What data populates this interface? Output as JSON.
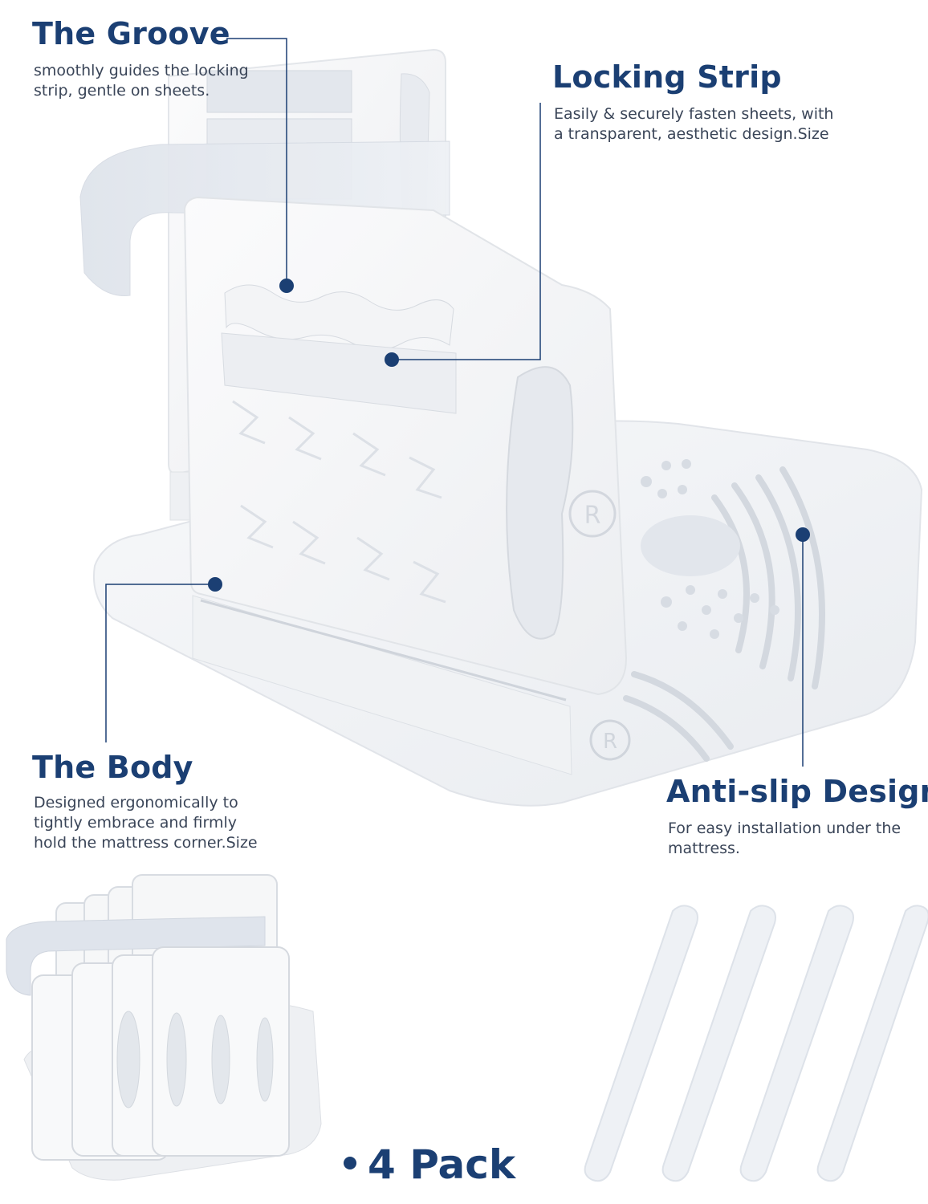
{
  "callouts": {
    "groove": {
      "title": "The Groove",
      "desc_line1": "smoothly guides the locking",
      "desc_line2": "strip, gentle on sheets."
    },
    "locking": {
      "title": "Locking Strip",
      "desc_line1": "Easily & securely fasten sheets, with",
      "desc_line2": "a transparent, aesthetic design.Size"
    },
    "body": {
      "title": "The Body",
      "desc_line1": "Designed ergonomically to",
      "desc_line2": "tightly embrace and firmly",
      "desc_line3": "hold the mattress corner.Size"
    },
    "antislip": {
      "title": "Anti-slip Design",
      "desc_line1": "For easy installation under the",
      "desc_line2": "mattress."
    }
  },
  "pack_label": "4 Pack",
  "logo_mark": "R",
  "colors": {
    "accent": "#1b3f73",
    "text": "#3a4558",
    "product": "#f4f5f7",
    "shadow": "#d9dde3",
    "strip": "#dfe3ea"
  },
  "icons": {
    "callout_marker": "filled-circle-dot",
    "brand": "registered-r-logo"
  }
}
